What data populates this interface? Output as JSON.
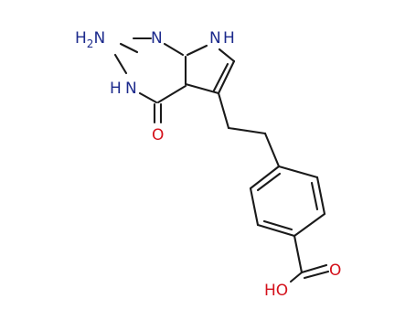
{
  "molecule": {
    "atoms": [
      {
        "id": "amino",
        "label": "H",
        "sub": "2",
        "tail": "N",
        "color": "#1c2a8c"
      },
      {
        "id": "n_ring_top",
        "label": "N",
        "color": "#1c2a8c"
      },
      {
        "id": "nh_pyrrole_n",
        "label": "N",
        "color": "#1c2a8c"
      },
      {
        "id": "nh_pyrrole_h",
        "label": "H",
        "color": "#1c2a8c"
      },
      {
        "id": "nh_ring_h",
        "label": "H",
        "color": "#1c2a8c"
      },
      {
        "id": "nh_ring_n",
        "label": "N",
        "color": "#1c2a8c"
      },
      {
        "id": "carbonyl_o",
        "label": "O",
        "color": "#d4111b"
      },
      {
        "id": "acid_o",
        "label": "O",
        "color": "#d4111b"
      },
      {
        "id": "acid_ho",
        "label": "HO",
        "color": "#d4111b"
      }
    ]
  }
}
